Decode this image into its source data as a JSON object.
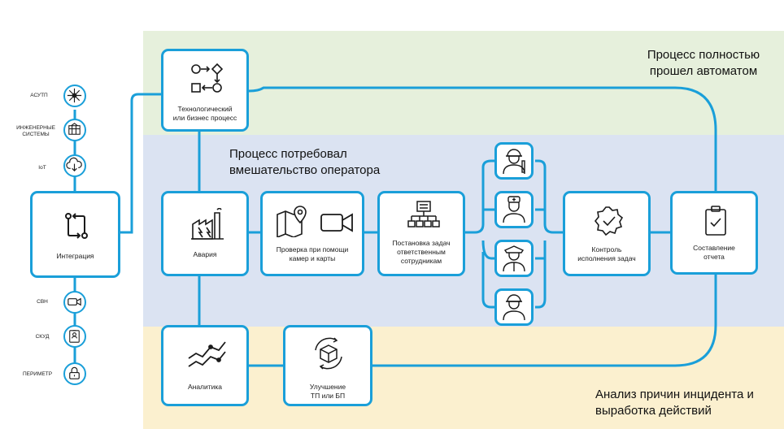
{
  "colors": {
    "accent": "#1a9fd9",
    "green_zone": "#e6f0dc",
    "blue_zone": "#dbe3f2",
    "yellow_zone": "#fbf0cf"
  },
  "zones": {
    "auto": "Процесс полностью\nпрошел автоматом",
    "operator": "Процесс потребовал\nвмешательство оператора",
    "analysis": "Анализ причин инцидента и\nвыработка действий"
  },
  "sources_top": [
    {
      "label": "АСУТП",
      "icon": "network-hub-icon"
    },
    {
      "label": "ИНЖЕНЕРНЫЕ\nСИСТЕМЫ",
      "icon": "building-icon"
    },
    {
      "label": "IoT",
      "icon": "cloud-download-icon"
    }
  ],
  "sources_bottom": [
    {
      "label": "СВН",
      "icon": "video-camera-icon"
    },
    {
      "label": "СКУД",
      "icon": "id-badge-icon"
    },
    {
      "label": "ПЕРИМЕТР",
      "icon": "padlock-icon"
    }
  ],
  "nodes": {
    "integration": "Интеграция",
    "process": "Технологический\nили бизнес процесс",
    "incident": "Авария",
    "check": "Проверка при помощи\nкамер и карты",
    "tasks": "Постановка задач\nответственным\nсотрудникам",
    "control": "Контроль\nисполнения задач",
    "report": "Составление\nотчета",
    "analytics": "Аналитика",
    "improve": "Улучшение\nТП или БП"
  },
  "personnel_icons": [
    "engineer-icon",
    "doctor-icon",
    "police-officer-icon",
    "worker-icon"
  ]
}
